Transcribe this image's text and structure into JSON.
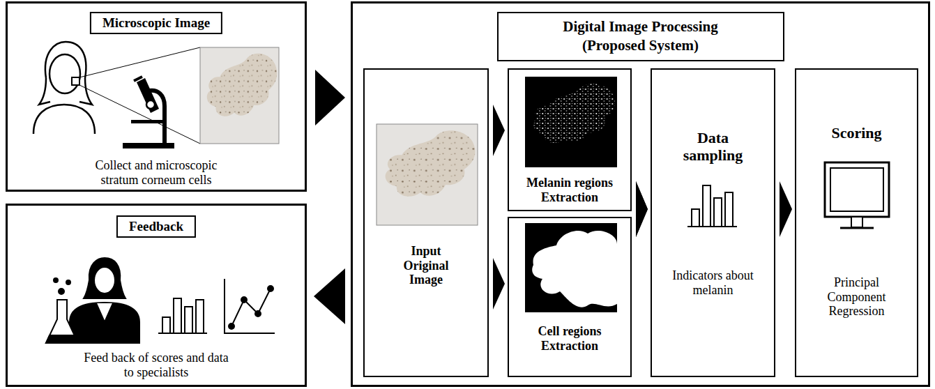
{
  "diagram": {
    "nodes": [
      {
        "text": [
          "Microscopic Image",
          "Collect and microscopic stratum corneum cells"
        ]
      },
      {
        "text": [
          "Digital Image Processing (Proposed System)"
        ]
      },
      {
        "text": [
          "Input Original Image"
        ],
        "in": 1
      },
      {
        "text": [
          "Melanin regions Extraction"
        ],
        "in": 1
      },
      {
        "text": [
          "Cell regions Extraction"
        ],
        "in": 1
      },
      {
        "text": [
          "Data sampling",
          "Indicators about melanin"
        ],
        "in": 1
      },
      {
        "text": [
          "Scoring",
          "Principal Component Regression"
        ],
        "in": 1
      },
      {
        "text": [
          "Feedback",
          "Feed back of scores and data to specialists"
        ]
      }
    ],
    "edges": [
      {
        "from": 0,
        "to": 1,
        "arrow": "to"
      },
      {
        "from": 2,
        "to": 3,
        "arrow": "to"
      },
      {
        "from": 2,
        "to": 4,
        "arrow": "to"
      },
      {
        "from": 3,
        "to": 5,
        "arrow": "to"
      },
      {
        "from": 4,
        "to": 5,
        "arrow": "to"
      },
      {
        "from": 5,
        "to": 6,
        "arrow": "to"
      },
      {
        "from": 1,
        "to": 7,
        "arrow": "to"
      }
    ]
  }
}
